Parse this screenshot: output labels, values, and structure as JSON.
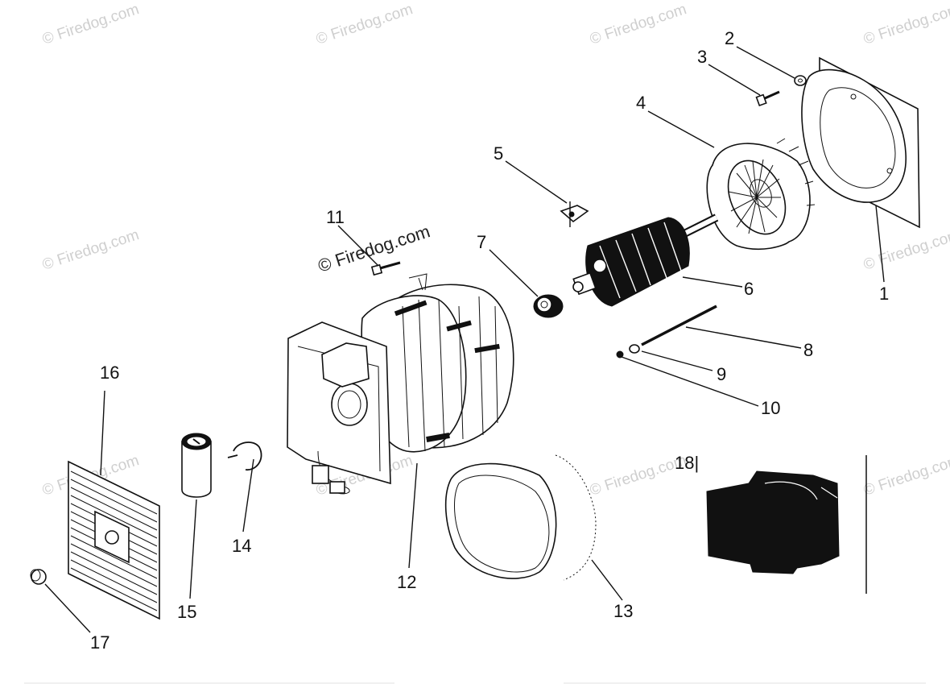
{
  "diagram": {
    "part_numbers": [
      "1",
      "2",
      "3",
      "4",
      "5",
      "6",
      "7",
      "8",
      "9",
      "10",
      "11",
      "12",
      "13",
      "14",
      "15",
      "16",
      "17",
      "18"
    ],
    "watermark_text": "© Firedog.com",
    "part18_label": "18|"
  },
  "colors": {
    "line": "#111111",
    "background": "#ffffff",
    "watermark": "#cfcfcf"
  }
}
